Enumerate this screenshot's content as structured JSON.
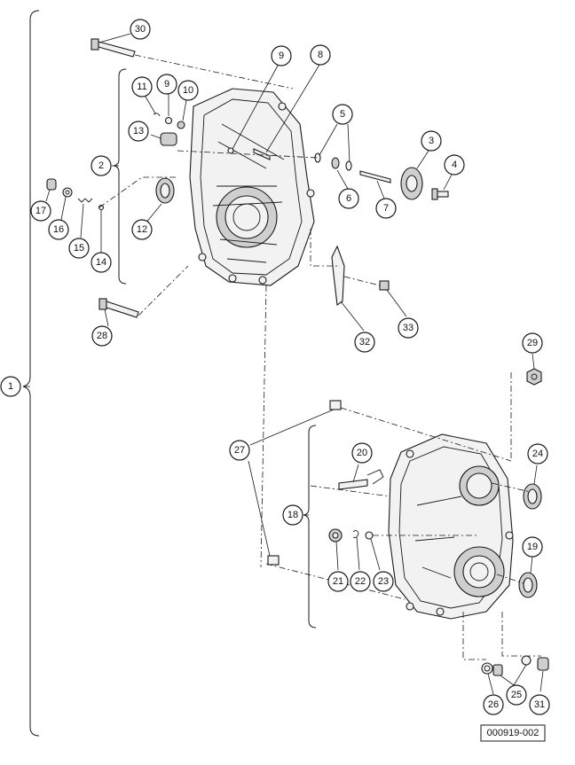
{
  "figure_id": "000919-002",
  "callouts": [
    {
      "id": "c1",
      "label": "1"
    },
    {
      "id": "c2",
      "label": "2"
    },
    {
      "id": "c3",
      "label": "3"
    },
    {
      "id": "c4",
      "label": "4"
    },
    {
      "id": "c5",
      "label": "5"
    },
    {
      "id": "c6",
      "label": "6"
    },
    {
      "id": "c7",
      "label": "7"
    },
    {
      "id": "c8",
      "label": "8"
    },
    {
      "id": "c9a",
      "label": "9"
    },
    {
      "id": "c9b",
      "label": "9"
    },
    {
      "id": "c10",
      "label": "10"
    },
    {
      "id": "c11",
      "label": "11"
    },
    {
      "id": "c12",
      "label": "12"
    },
    {
      "id": "c13",
      "label": "13"
    },
    {
      "id": "c14",
      "label": "14"
    },
    {
      "id": "c15",
      "label": "15"
    },
    {
      "id": "c16",
      "label": "16"
    },
    {
      "id": "c17",
      "label": "17"
    },
    {
      "id": "c18",
      "label": "18"
    },
    {
      "id": "c19",
      "label": "19"
    },
    {
      "id": "c20",
      "label": "20"
    },
    {
      "id": "c21",
      "label": "21"
    },
    {
      "id": "c22",
      "label": "22"
    },
    {
      "id": "c23",
      "label": "23"
    },
    {
      "id": "c24",
      "label": "24"
    },
    {
      "id": "c25",
      "label": "25"
    },
    {
      "id": "c26",
      "label": "26"
    },
    {
      "id": "c27",
      "label": "27"
    },
    {
      "id": "c28",
      "label": "28"
    },
    {
      "id": "c29",
      "label": "29"
    },
    {
      "id": "c30",
      "label": "30"
    },
    {
      "id": "c31",
      "label": "31"
    },
    {
      "id": "c32",
      "label": "32"
    },
    {
      "id": "c33",
      "label": "33"
    }
  ]
}
